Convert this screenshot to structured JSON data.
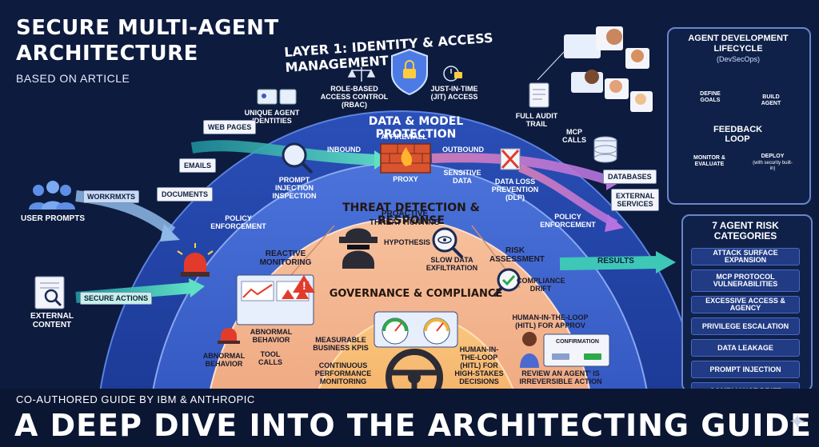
{
  "header": {
    "title_line1": "SECURE MULTI-AGENT",
    "title_line2": "ARCHITECTURE",
    "subtitle": "BASED ON ARTICLE"
  },
  "layer1": {
    "title": "Layer 1: IDENTITY & ACCESS MANAGEMENT",
    "unique_ids": "UNIQUE AGENT IDENTITIES",
    "rbac": "ROLE-BASED ACCESS CONTROL (RBAC)",
    "jit": "JUST-IN-TIME (JIT) ACCESS",
    "audit": "FULL AUDIT TRAIL"
  },
  "layer2": {
    "title": "DATA & MODEL PROTECTION",
    "ai_firewall": "AI FIREWALL",
    "inbound": "INBOUND",
    "outbound": "OUTBOUND",
    "proxy": "PROXY",
    "sensitive": "SENSITIVE DATA",
    "prompt_injection": "PROMPT INJECTION INSPECTION",
    "dlp": "DATA LOSS PREVENTION (DLP)",
    "mcp_calls": "MCP CALLS",
    "databases": "DATABASES",
    "external_services": "EXTERNAL SERVICES"
  },
  "inputs": {
    "web_pages": "WEB PAGES",
    "emails": "EMAILS",
    "documents": "DOCUMENTS",
    "user_prompts": "USER PROMPTS",
    "workflows": "WORKRMXTS",
    "external_content": "EXTERNAL CONTENT",
    "secure_actions": "SECURE ACTIONS"
  },
  "layer3": {
    "title": "THREAT DETECTION & RESPONSE",
    "policy_left": "POLICY ENFORCEMENT",
    "policy_right": "POLICY ENFORCEMENT",
    "proactive": "PROACTIVE THREAT HUNTING",
    "hypothesis": "HYPOTHESIS",
    "slow_exfil": "SLOW DATA EXFILTRATION",
    "reactive": "REACTIVE MONITORING",
    "risk_assessment": "RISK ASSESSMENT",
    "compliance_drift": "COMPLIANCE DRIFT",
    "abnormal_left": "ABNORMAL BEHAVIOR",
    "abnormal_mid": "ABNORMAL BEHAVIOR",
    "tool_calls": "TOOL CALLS",
    "results": "RESULTS"
  },
  "layer4": {
    "title": "GOVERNANCE & COMPLIANCE",
    "kpis": "MEASURABLE BUSINESS KPIs",
    "continuous": "CONTINUOUS PERFORMANCE MONITORING",
    "hitl_center": "HUMAN-IN-THE-LOOP (HITL) FOR HIGH-STAKES DECISIONS",
    "hitl_right": "HUMAN-IN-THE-LOOP (HITL) FOR APPROV",
    "confirmation": "CONFIRMATION",
    "review": "REVIEW AN AGENT' IS IRREVERSIBLE ACTION"
  },
  "lifecycle": {
    "title_line1": "AGENT DEVELOPMENT",
    "title_line2": "LIFECYCLE",
    "subtitle": "(DevSecOps)",
    "define": "DEFINE GOALS",
    "build": "BUILD AGENT",
    "deploy": "DEPLOY",
    "deploy_note": "(with security built-in)",
    "monitor": "MONITOR & EVALUATE",
    "center": "FEEDBACK LOOP"
  },
  "risks": {
    "title": "7 AGENT RISK CATEGORIES",
    "items": [
      "ATTACK SURFACE EXPANSION",
      "MCP PROTOCOL VULNERABILITIES",
      "EXCESSIVE ACCESS & AGENCY",
      "PRIVILEGE ESCALATION",
      "DATA LEAKAGE",
      "PROMPT INJECTION",
      "COMPLIANCE DRIFT"
    ]
  },
  "footer": {
    "coauthored": "CO-AUTHORED GUIDE BY IBM & ANTHROPIC",
    "headline": "A DEEP DIVE INTO THE ARCHITECTING GUIDE"
  },
  "colors": {
    "background": "#0d1b3e",
    "layer1": "#1f3f9e",
    "layer2": "#3157c4",
    "layer3": "#f0ad86",
    "layer4": "#f6b36a",
    "accent_teal": "#37c0b4",
    "danger": "#e23b2c"
  },
  "icons": [
    "shield-lock-icon",
    "scales-icon",
    "lock-icon",
    "clock-icon",
    "id-card-icon",
    "audit-doc-icon",
    "firewall-icon",
    "magnifier-icon",
    "blocked-icon",
    "database-icon",
    "users-icon",
    "siren-icon",
    "hacker-icon",
    "eye-icon",
    "dashboard-icon",
    "gauge-icon",
    "steering-wheel-icon",
    "person-icon"
  ]
}
